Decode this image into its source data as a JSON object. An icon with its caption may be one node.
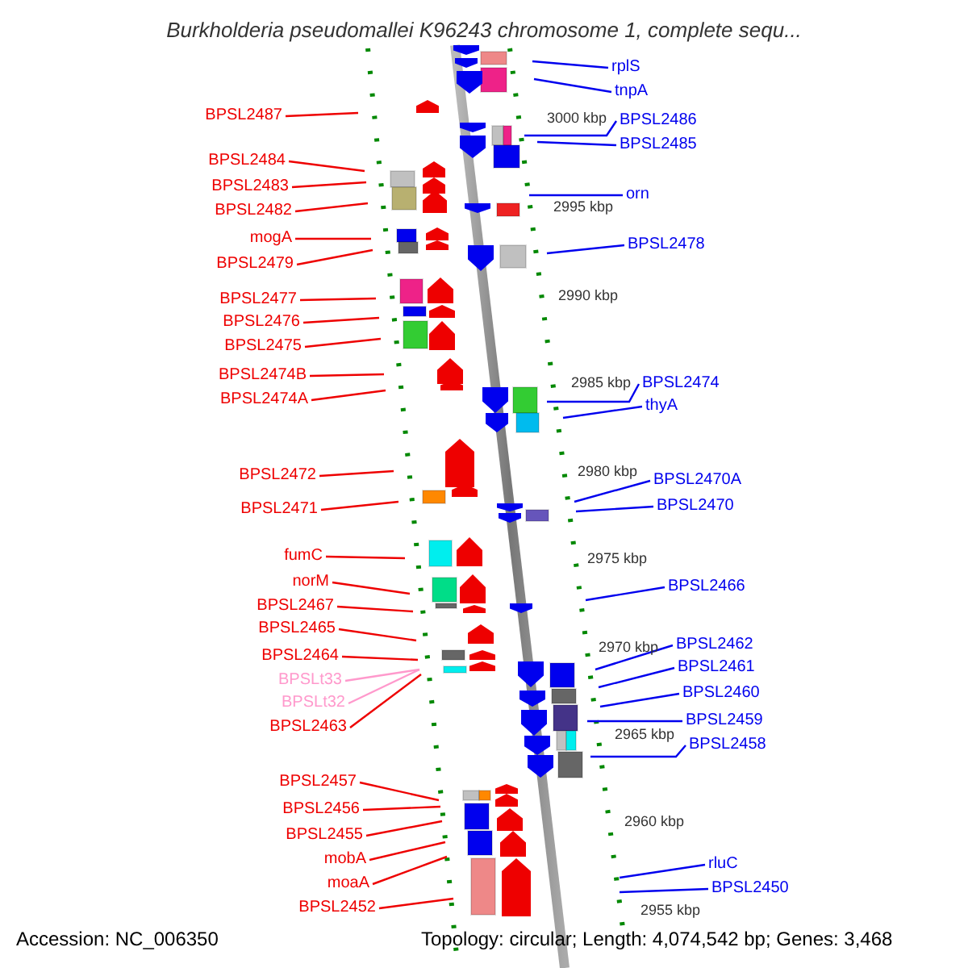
{
  "diagram": {
    "title": "Burkholderia pseudomallei K96243 chromosome 1, complete sequ...",
    "nodes": [
      {
        "text": [
          "BPSL2487"
        ]
      },
      {
        "text": [
          "BPSL2484"
        ]
      },
      {
        "text": [
          "BPSL2483"
        ]
      },
      {
        "text": [
          "BPSL2482"
        ]
      },
      {
        "text": [
          "mogA"
        ]
      },
      {
        "text": [
          "BPSL2479"
        ]
      },
      {
        "text": [
          "BPSL2477"
        ]
      },
      {
        "text": [
          "BPSL2476"
        ]
      },
      {
        "text": [
          "BPSL2475"
        ]
      },
      {
        "text": [
          "BPSL2474B"
        ]
      },
      {
        "text": [
          "BPSL2474A"
        ]
      },
      {
        "text": [
          "BPSL2472"
        ]
      },
      {
        "text": [
          "BPSL2471"
        ]
      },
      {
        "text": [
          "fumC"
        ]
      },
      {
        "text": [
          "norM"
        ]
      },
      {
        "text": [
          "BPSL2467"
        ]
      },
      {
        "text": [
          "BPSL2465"
        ]
      },
      {
        "text": [
          "BPSL2464"
        ]
      },
      {
        "text": [
          "BPSLt33"
        ]
      },
      {
        "text": [
          "BPSLt32"
        ]
      },
      {
        "text": [
          "BPSL2463"
        ]
      },
      {
        "text": [
          "BPSL2457"
        ]
      },
      {
        "text": [
          "BPSL2456"
        ]
      },
      {
        "text": [
          "BPSL2455"
        ]
      },
      {
        "text": [
          "mobA"
        ]
      },
      {
        "text": [
          "moaA"
        ]
      },
      {
        "text": [
          "BPSL2452"
        ]
      },
      {
        "text": [
          "rplS"
        ]
      },
      {
        "text": [
          "tnpA"
        ]
      },
      {
        "text": [
          "BPSL2486"
        ]
      },
      {
        "text": [
          "BPSL2485"
        ]
      },
      {
        "text": [
          "orn"
        ]
      },
      {
        "text": [
          "BPSL2478"
        ]
      },
      {
        "text": [
          "BPSL2474"
        ]
      },
      {
        "text": [
          "thyA"
        ]
      },
      {
        "text": [
          "BPSL2470A"
        ]
      },
      {
        "text": [
          "BPSL2470"
        ]
      },
      {
        "text": [
          "BPSL2466"
        ]
      },
      {
        "text": [
          "BPSL2462"
        ]
      },
      {
        "text": [
          "BPSL2461"
        ]
      },
      {
        "text": [
          "BPSL2460"
        ]
      },
      {
        "text": [
          "BPSL2459"
        ]
      },
      {
        "text": [
          "BPSL2458"
        ]
      },
      {
        "text": [
          "rluC"
        ]
      },
      {
        "text": [
          "BPSL2450"
        ]
      }
    ],
    "edges": [
      {
        "from": 0,
        "to": null,
        "arrow": "none"
      },
      {
        "from": 1,
        "to": null,
        "arrow": "none"
      },
      {
        "from": 2,
        "to": null,
        "arrow": "none"
      },
      {
        "from": 3,
        "to": null,
        "arrow": "none"
      },
      {
        "from": 4,
        "to": null,
        "arrow": "none"
      },
      {
        "from": 5,
        "to": null,
        "arrow": "none"
      },
      {
        "from": 6,
        "to": null,
        "arrow": "none"
      },
      {
        "from": 7,
        "to": null,
        "arrow": "none"
      },
      {
        "from": 8,
        "to": null,
        "arrow": "none"
      },
      {
        "from": 9,
        "to": null,
        "arrow": "none"
      },
      {
        "from": 10,
        "to": null,
        "arrow": "none"
      },
      {
        "from": 11,
        "to": null,
        "arrow": "none"
      },
      {
        "from": 12,
        "to": null,
        "arrow": "none"
      },
      {
        "from": 13,
        "to": null,
        "arrow": "none"
      },
      {
        "from": 14,
        "to": null,
        "arrow": "none"
      },
      {
        "from": 15,
        "to": null,
        "arrow": "none"
      },
      {
        "from": 16,
        "to": null,
        "arrow": "none"
      },
      {
        "from": 17,
        "to": null,
        "arrow": "none"
      },
      {
        "from": 18,
        "to": null,
        "arrow": "none",
        "color": "#ff99cc"
      },
      {
        "from": 19,
        "to": null,
        "arrow": "none",
        "color": "#ff99cc"
      },
      {
        "from": 20,
        "to": null,
        "arrow": "none"
      },
      {
        "from": 21,
        "to": null,
        "arrow": "none"
      },
      {
        "from": 22,
        "to": null,
        "arrow": "none"
      },
      {
        "from": 23,
        "to": null,
        "arrow": "none"
      },
      {
        "from": 24,
        "to": null,
        "arrow": "none"
      },
      {
        "from": 25,
        "to": null,
        "arrow": "none"
      },
      {
        "from": 26,
        "to": null,
        "arrow": "none"
      },
      {
        "from": 27,
        "to": null,
        "arrow": "none",
        "color": "#0000ee"
      },
      {
        "from": 28,
        "to": null,
        "arrow": "none",
        "color": "#0000ee"
      },
      {
        "from": 29,
        "to": null,
        "arrow": "none",
        "color": "#0000ee"
      },
      {
        "from": 30,
        "to": null,
        "arrow": "none",
        "color": "#0000ee"
      },
      {
        "from": 31,
        "to": null,
        "arrow": "none",
        "color": "#0000ee"
      },
      {
        "from": 32,
        "to": null,
        "arrow": "none",
        "color": "#0000ee"
      },
      {
        "from": 33,
        "to": null,
        "arrow": "none",
        "color": "#0000ee"
      },
      {
        "from": 34,
        "to": null,
        "arrow": "none",
        "color": "#0000ee"
      },
      {
        "from": 35,
        "to": null,
        "arrow": "none",
        "color": "#0000ee"
      },
      {
        "from": 36,
        "to": null,
        "arrow": "none",
        "color": "#0000ee"
      },
      {
        "from": 37,
        "to": null,
        "arrow": "none",
        "color": "#0000ee"
      },
      {
        "from": 38,
        "to": null,
        "arrow": "none",
        "color": "#0000ee"
      },
      {
        "from": 39,
        "to": null,
        "arrow": "none",
        "color": "#0000ee"
      },
      {
        "from": 40,
        "to": null,
        "arrow": "none",
        "color": "#0000ee"
      },
      {
        "from": 41,
        "to": null,
        "arrow": "none",
        "color": "#0000ee"
      },
      {
        "from": 42,
        "to": null,
        "arrow": "none",
        "color": "#0000ee"
      },
      {
        "from": 43,
        "to": null,
        "arrow": "none",
        "color": "#0000ee"
      },
      {
        "from": 44,
        "to": null,
        "arrow": "none",
        "color": "#0000ee"
      }
    ],
    "labels": [
      "3000 kbp",
      "2995 kbp",
      "2990 kbp",
      "2985 kbp",
      "2980 kbp",
      "2975 kbp",
      "2970 kbp",
      "2965 kbp",
      "2960 kbp",
      "2955 kbp",
      "Accession: NC_006350",
      "Topology: circular; Length: 4,074,542 bp; Genes: 3,468"
    ]
  }
}
